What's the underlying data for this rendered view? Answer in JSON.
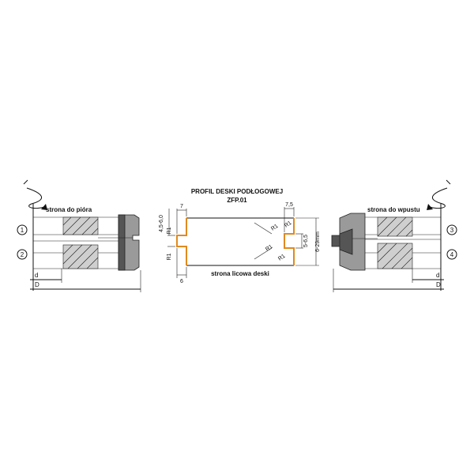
{
  "title_line1": "PROFIL DESKI PODŁOGOWEJ",
  "title_line2": "ZFP.01",
  "left_caption": "strona do pióra",
  "right_caption": "strona do wpustu",
  "bottom_caption": "strona licowa deski",
  "circle_labels": [
    "1",
    "2",
    "3",
    "4"
  ],
  "dim_small": "d",
  "dim_big": "D",
  "dims": {
    "left_top": "7",
    "left_side": "4,5-6,0",
    "left_bottom": "6",
    "radius": "R1",
    "right_top": "7,5",
    "right_side": "5-6,5",
    "right_height": "6-29mm"
  },
  "colors": {
    "profile_edge": "#e08a1e",
    "tool_body": "#9a9a9a",
    "hub": "#555555"
  }
}
